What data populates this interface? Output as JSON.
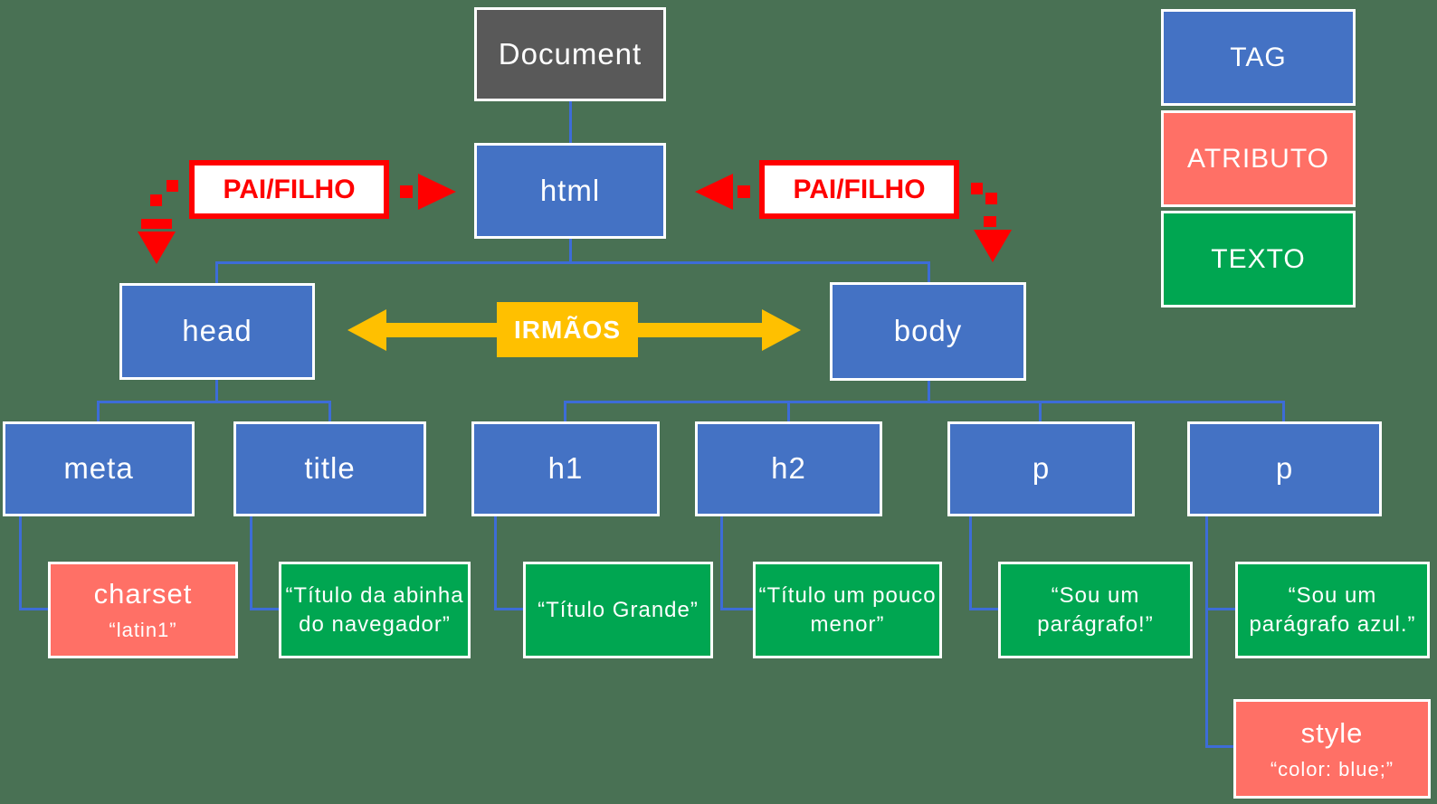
{
  "palette": {
    "background": "#497154",
    "tag_blue": "#4472C4",
    "document_gray": "#595959",
    "attribute_salmon": "#FF7066",
    "text_green": "#00A651",
    "connector_blue": "#3D6CD7",
    "relation_red": "#FF0000",
    "sibling_gold": "#FFC000"
  },
  "tree": {
    "document": {
      "label": "Document"
    },
    "html": {
      "label": "html"
    },
    "head": {
      "label": "head"
    },
    "body": {
      "label": "body"
    },
    "meta": {
      "label": "meta"
    },
    "title": {
      "label": "title"
    },
    "h1": {
      "label": "h1"
    },
    "h2": {
      "label": "h2"
    },
    "p1": {
      "label": "p"
    },
    "p2": {
      "label": "p"
    },
    "charset": {
      "label": "charset",
      "value": "“latin1”"
    },
    "title_text": {
      "label": "“Título da abinha\ndo navegador”"
    },
    "h1_text": {
      "label": "“Título Grande”"
    },
    "h2_text": {
      "label": "“Título um pouco\nmenor”"
    },
    "p1_text": {
      "label": "“Sou um\nparágrafo!”"
    },
    "p2_text": {
      "label": "“Sou um\nparágrafo azul.”"
    },
    "style_attr": {
      "label": "style",
      "value": "“color: blue;”"
    }
  },
  "relations": {
    "parent_child_left": "PAI/FILHO",
    "parent_child_right": "PAI/FILHO",
    "siblings": "IRMÃOS"
  },
  "legend": {
    "items": [
      {
        "label": "TAG",
        "color": "#4472C4"
      },
      {
        "label": "ATRIBUTO",
        "color": "#FF7066"
      },
      {
        "label": "TEXTO",
        "color": "#00A651"
      }
    ]
  }
}
